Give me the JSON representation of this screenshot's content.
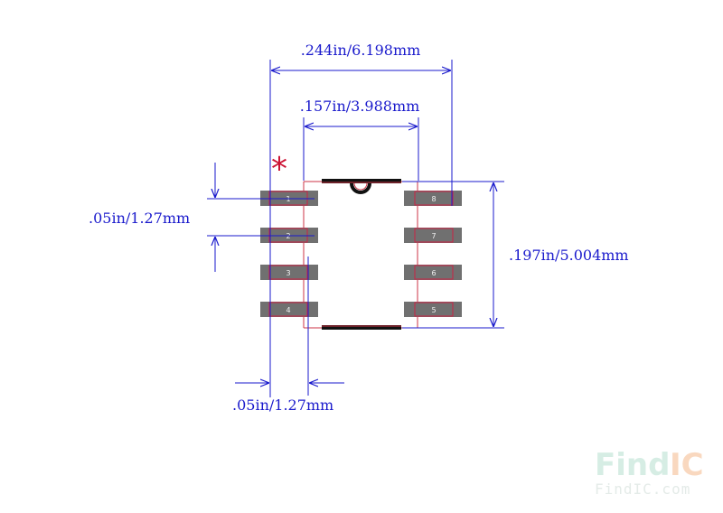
{
  "dimensions": {
    "total_width": ".244in/6.198mm",
    "body_width": ".157in/3.988mm",
    "body_length": ".197in/5.004mm",
    "pitch": ".05in/1.27mm",
    "pad_width": ".05in/1.27mm"
  },
  "pin1_marker": "*",
  "pins": {
    "left": [
      "1",
      "2",
      "3",
      "4"
    ],
    "right": [
      "8",
      "7",
      "6",
      "5"
    ]
  },
  "watermark": {
    "brand_part1": "Find",
    "brand_part2": "IC",
    "url": "FindIC.com"
  },
  "colors": {
    "dimension": "#1a1acc",
    "pad": "#707070",
    "pad_outline": "#cc2244",
    "body_outline": "#cc3344",
    "marker": "#cc1133",
    "watermark_green": "#d6ede4",
    "watermark_orange": "#f9d8bf"
  }
}
